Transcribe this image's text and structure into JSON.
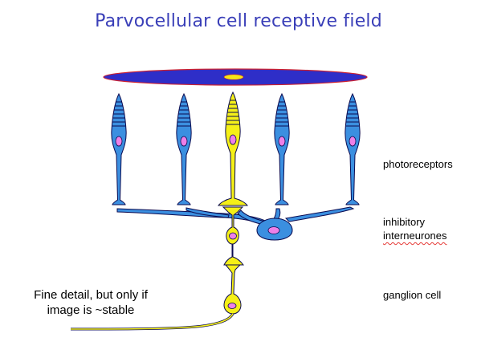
{
  "title": "Parvocellular cell receptive field",
  "labels": {
    "photoreceptors": "photoreceptors",
    "inhibitory_line1": "inhibitory",
    "inhibitory_line2": "interneurones",
    "ganglion": "ganglion cell"
  },
  "note": {
    "line1": "Fine detail, but only if",
    "line2": "image is ~stable"
  },
  "colors": {
    "title": "#3a3fb8",
    "field_outer": "#2e2ec8",
    "field_edge": "#cc2030",
    "field_center": "#f5e617",
    "neuron_blue": "#3b8fe0",
    "neuron_yellow": "#f5f017",
    "nucleus": "#ee80e8",
    "outline": "#0b0b50"
  }
}
